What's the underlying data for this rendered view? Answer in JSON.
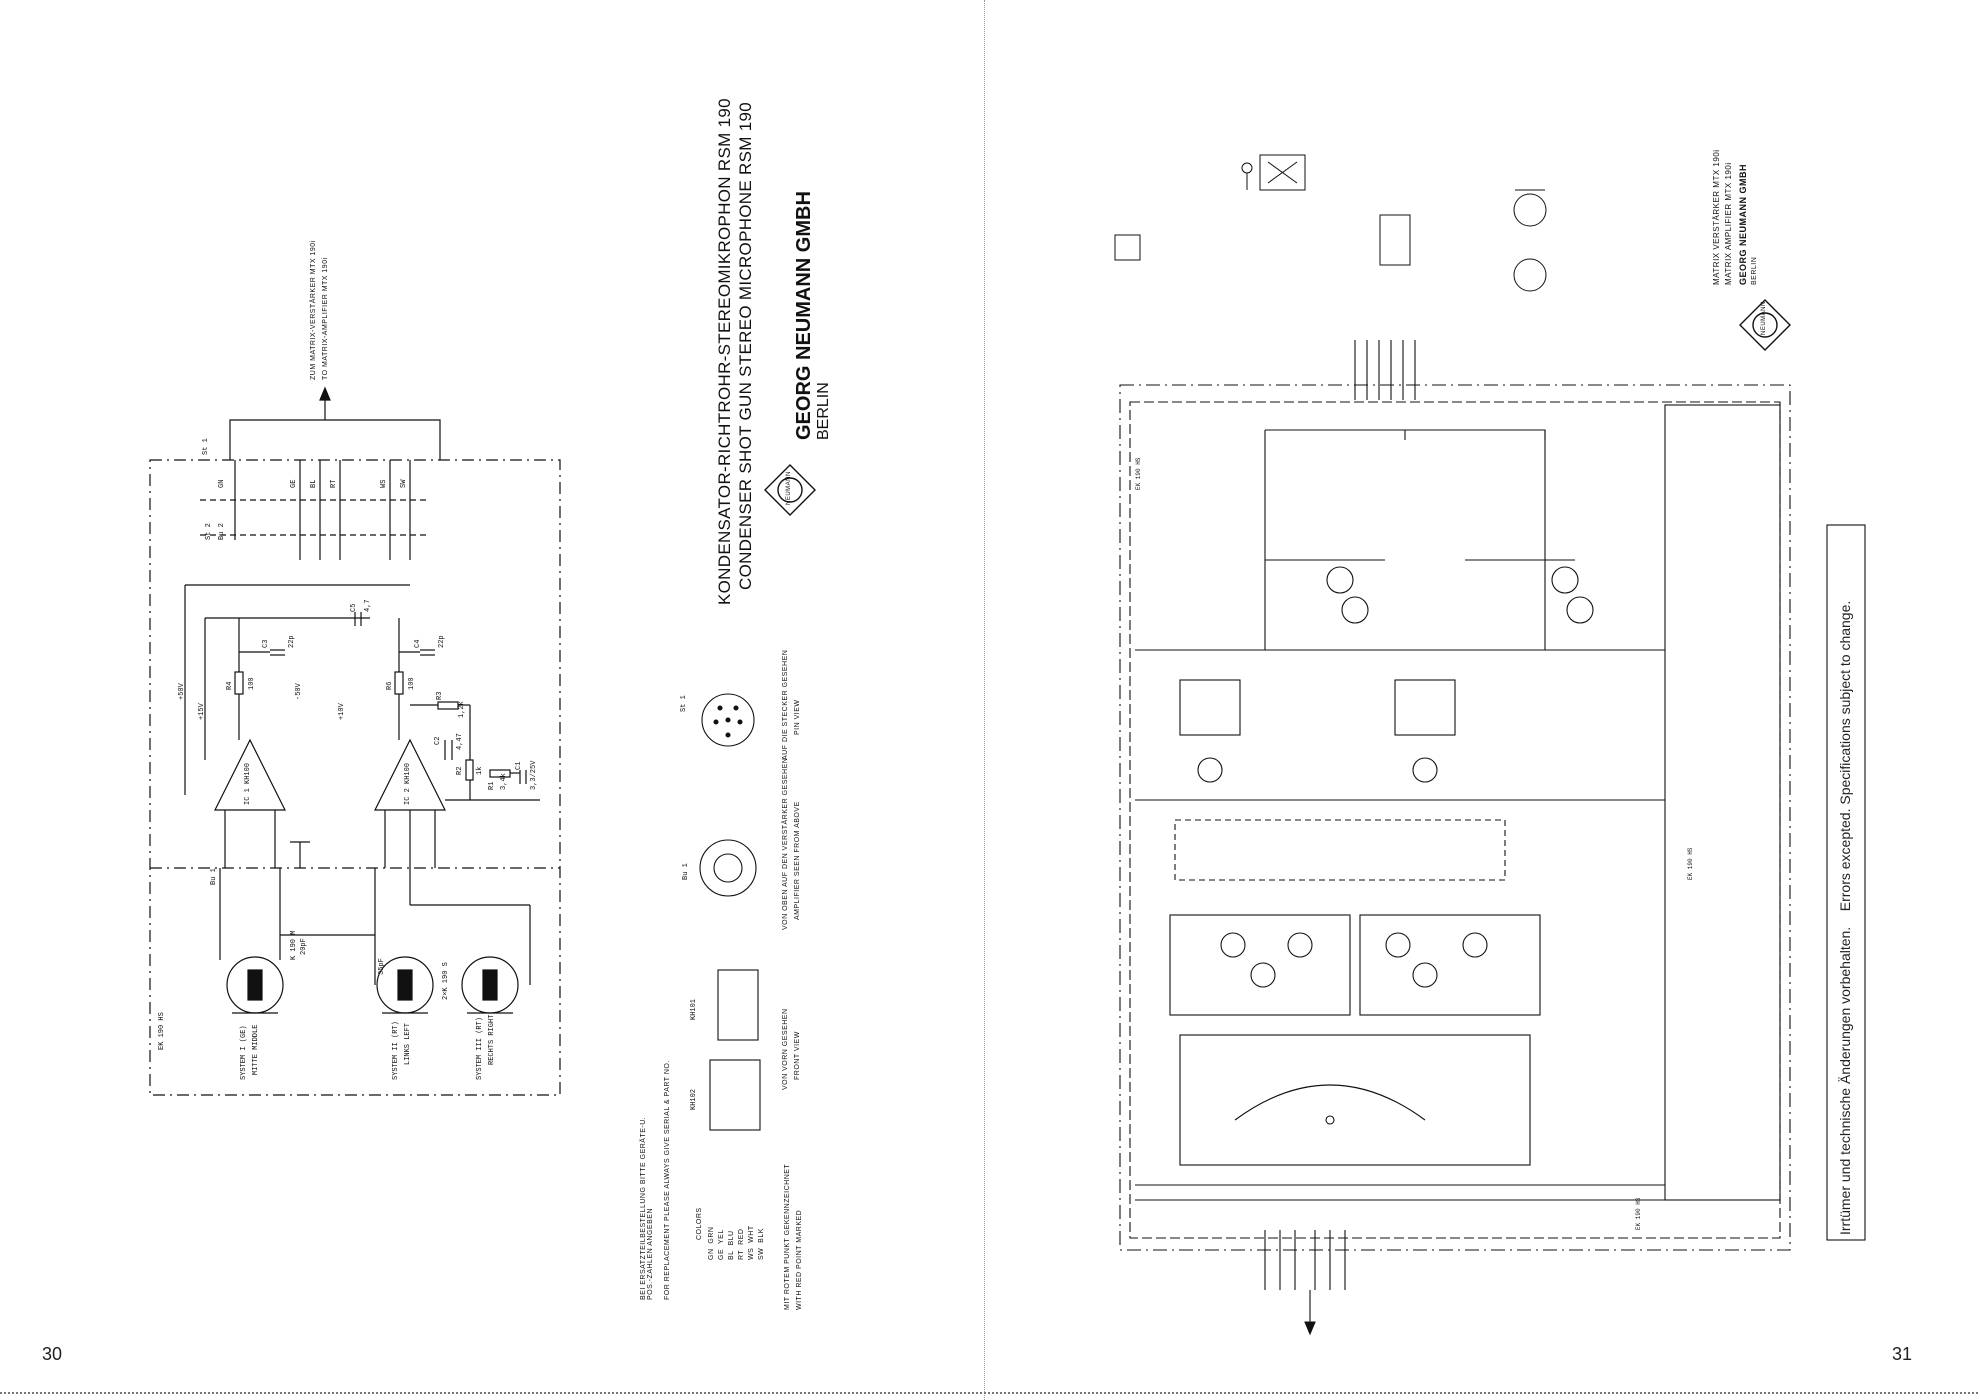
{
  "pages": {
    "left_number": "30",
    "right_number": "31"
  },
  "left": {
    "title_de": "KONDENSATOR-RICHTROHR-STEREOMIKROPHON RSM 190",
    "title_en": "CONDENSER SHOT GUN STEREO MICROPHONE RSM 190",
    "company": "GEORG NEUMANN GMBH",
    "city": "BERLIN",
    "logo_text": "NEUMANN",
    "to_amplifier_de": "ZUM MATRIX-VERSTÄRKER MTX 190i",
    "to_amplifier_en": "TO MATRIX-AMPLIFIER MTX 190i",
    "board_label": "EK 190 HS",
    "capsule_label": "K 190 M",
    "capsule_cap": "20pF",
    "capsule_pair_label": "2×K 190 S",
    "capsule_pair_cap": "35pF",
    "system1": "SYSTEM I (GE)",
    "system1_en": "MITTE MIDDLE",
    "system2": "SYSTEM II (RT)",
    "system2_en": "LINKS LEFT",
    "system3": "SYSTEM III (RT)",
    "system3_en": "RECHTS RIGHT",
    "ic1": "IC 1 KH100",
    "ic2": "IC 2 KH100",
    "connector_st1": "St 1",
    "connector_st2": "St 2",
    "connector_bu1": "Bu 1",
    "connector_bu2": "Bu 2",
    "st1_view_de": "AUF DIE STECKER GESEHEN",
    "st1_view_en": "PIN VIEW",
    "bu1_view_de": "VON OBEN AUF DEN VERSTÄRKER GESEHEN",
    "bu1_view_en": "AMPLIFIER SEEN FROM ABOVE",
    "kh101": "KH101",
    "kh102": "KH102",
    "front_view_de": "VON VORN GESEHEN",
    "front_view_en": "FRONT VIEW",
    "replacement_note_de": "BEI ERSATZTEILBESTELLUNG BITTE GERÄTE-U. POS.-ZAHLEN ANGEBEN",
    "replacement_note_en": "FOR REPLACEMENT PLEASE ALWAYS GIVE SERIAL & PART NO.",
    "colors_title": "COLORS",
    "colors": [
      {
        "code": "GN",
        "name": "GRN"
      },
      {
        "code": "GE",
        "name": "YEL"
      },
      {
        "code": "BL",
        "name": "BLU"
      },
      {
        "code": "RT",
        "name": "RED"
      },
      {
        "code": "WS",
        "name": "WHT"
      },
      {
        "code": "SW",
        "name": "BLK"
      }
    ],
    "red_point_de": "MIT ROTEM PUNKT GEKENNZEICHNET",
    "red_point_en": "WITH RED POINT MARKED",
    "wire_labels": [
      "GN",
      "GE",
      "BL",
      "RT",
      "WS",
      "SW"
    ],
    "parts": {
      "r4": "R4",
      "r4v": "100",
      "r6": "R6",
      "r6v": "100",
      "c3": "C3",
      "c3v": "22p",
      "c4": "C4",
      "c4v": "22p",
      "c5": "C5",
      "c5v": "4,7",
      "c1": "C1",
      "c1v": "3,3/25V",
      "r1": "R1",
      "r1v": "3,4k",
      "r2": "R2",
      "r2v": "1k",
      "r3": "R3",
      "r3v": "1,2k",
      "c2": "C2",
      "c2v": "4,47"
    },
    "volt_p50": "+50V",
    "volt_p15": "+15V",
    "volt_m50": "-50V",
    "volt_p10": "+10V"
  },
  "right": {
    "title_de": "MATRIX VERSTÄRKER MTX 190i",
    "title_en": "MATRIX AMPLIFIER MTX 190i",
    "company": "GEORG NEUMANN GMBH",
    "city": "BERLIN",
    "logo_text": "NEUMANN",
    "disclaimer_de": "Irrtümer und technische Änderungen vorbehalten.",
    "disclaimer_en": "Errors excepted. Specifications subject to change.",
    "board_label_top": "EK 190 HS",
    "board_label_bottom": "EK 190 HS",
    "board_label_mid": "EK 190 HS"
  }
}
